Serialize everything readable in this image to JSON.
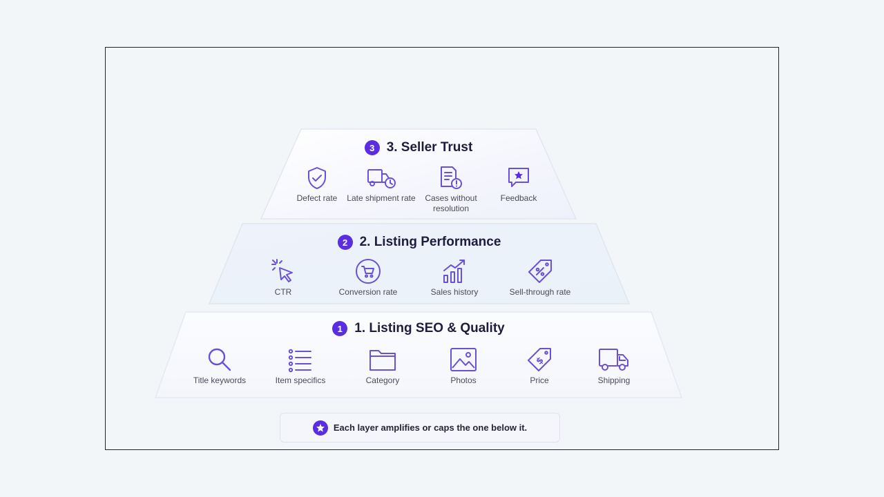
{
  "tiers": [
    {
      "number": "3",
      "title": "3. Seller Trust",
      "items": [
        {
          "label": "Defect rate",
          "icon": "shield-check-icon"
        },
        {
          "label": "Late shipment rate",
          "icon": "truck-clock-icon"
        },
        {
          "label": "Cases without resolution",
          "icon": "document-alert-icon"
        },
        {
          "label": "Feedback",
          "icon": "chat-star-icon"
        }
      ]
    },
    {
      "number": "2",
      "title": "2. Listing Performance",
      "items": [
        {
          "label": "CTR",
          "icon": "cursor-click-icon"
        },
        {
          "label": "Conversion rate",
          "icon": "cart-circle-icon"
        },
        {
          "label": "Sales history",
          "icon": "bar-chart-trend-icon"
        },
        {
          "label": "Sell-through rate",
          "icon": "percent-tag-icon"
        }
      ]
    },
    {
      "number": "1",
      "title": "1. Listing SEO & Quality",
      "items": [
        {
          "label": "Title keywords",
          "icon": "search-icon"
        },
        {
          "label": "Item specifics",
          "icon": "list-icon"
        },
        {
          "label": "Category",
          "icon": "folder-icon"
        },
        {
          "label": "Photos",
          "icon": "image-icon"
        },
        {
          "label": "Price",
          "icon": "price-tag-icon"
        },
        {
          "label": "Shipping",
          "icon": "truck-icon"
        }
      ]
    }
  ],
  "note": {
    "text": "Each layer amplifies or caps the one below it.",
    "icon": "star-icon"
  },
  "colors": {
    "accent": "#5a2ee0",
    "icon_stroke": "#6a4fd8"
  }
}
